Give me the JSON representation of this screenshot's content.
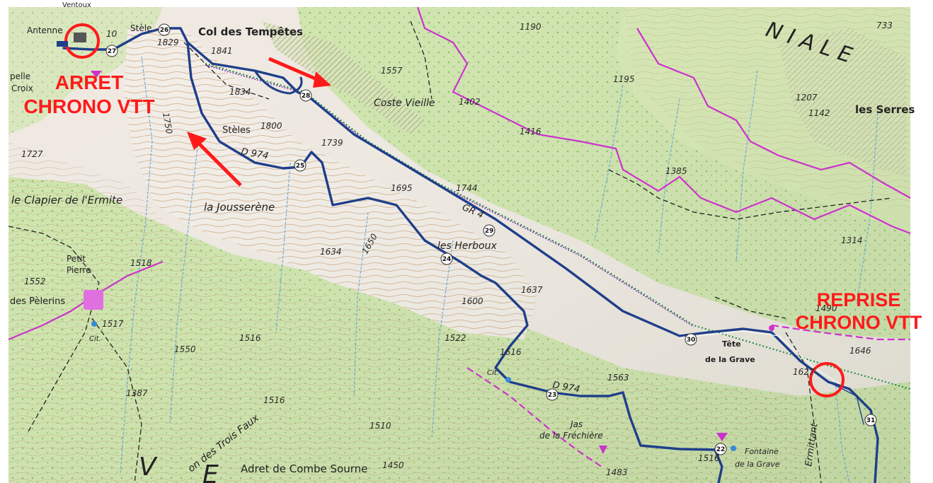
{
  "annotations": {
    "arret": "ARRET\nCHRONO VTT",
    "reprise": "REPRISE\nCHRONO VTT"
  },
  "places": {
    "ventoux": "Ventoux",
    "antenne": "Antenne",
    "stele": "Stèle",
    "col_tempetes": "Col des Tempêtes",
    "coste_vieille": "Coste Vieille",
    "les_serres": "les Serres",
    "steles": "Stèles",
    "chapelle": "pelle",
    "croix": "Croix",
    "clapier": "le Clapier de l'Ermite",
    "jousserene": "la Jousserène",
    "herboux": "les Herboux",
    "petit_pierre_1": "Petit",
    "petit_pierre_2": "Pierre",
    "pelerins": "des Pèlerins",
    "cit": "Cit.",
    "tete_grave_1": "Tête",
    "tete_grave_2": "de la Grave",
    "jas_1": "Jas",
    "jas_2": "de la Fréchière",
    "trois_faux": "on des Trois Faux",
    "adret": "Adret de Combe Sourne",
    "fontaine_1": "Fontaine",
    "fontaine_2": "de la Grave",
    "ermittant": "Ermittant",
    "big_v": "V",
    "big_e": "E",
    "niale": "N I A L E",
    "road_d974_a": "D 974",
    "road_d974_b": "D 974",
    "gr4": "GR 4"
  },
  "altitudes": [
    "1829",
    "1841",
    "1834",
    "1739",
    "1727",
    "1695",
    "1744",
    "1634",
    "1518",
    "1552",
    "1517",
    "1516",
    "1387",
    "1637",
    "1616",
    "1522",
    "1563",
    "1510",
    "1516",
    "1483",
    "1516",
    "1627",
    "1646",
    "1490",
    "1314",
    "1385",
    "1142",
    "1207",
    "1195",
    "1416",
    "1402",
    "1557",
    "1190",
    "733",
    "1750",
    "1800",
    "1650",
    "1600",
    "1550",
    "1450",
    "10"
  ],
  "route_markers": [
    "27",
    "26",
    "28",
    "25",
    "24",
    "29",
    "23",
    "30",
    "22",
    "31"
  ],
  "colors": {
    "route": "#1f3f8a",
    "boundary": "#cc33cc",
    "annotation": "#ff1a1a",
    "forest": "#c7dfa3",
    "scree": "#f1ece6"
  }
}
